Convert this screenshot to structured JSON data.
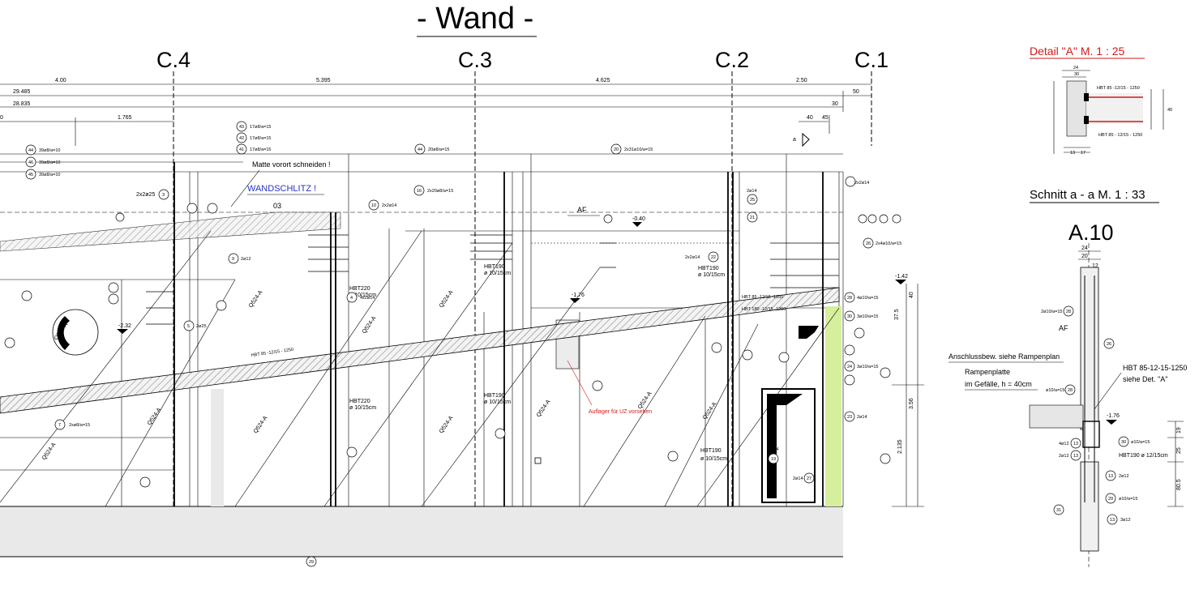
{
  "title": "- Wand -",
  "axes": [
    "C.4",
    "C.3",
    "C.2",
    "C.1"
  ],
  "dimensions": {
    "row1": [
      "4.00",
      "5.395",
      "4.625",
      "2.50"
    ],
    "row2": [
      "29.485",
      "50"
    ],
    "row3": [
      "28.835",
      "30"
    ],
    "row4": [
      "0",
      "1.765",
      "40",
      "45"
    ]
  },
  "annotations": {
    "matte": "Matte vorort schneiden !",
    "wandschlitz": "WANDSCHLITZ !",
    "code03": "03",
    "af": "AF",
    "auflager": "Auflager für UZ vorsehen",
    "hbt220a": "HBT220",
    "hbt220a_sub": "ø 10/15cm",
    "hbt220b": "HBT220",
    "hbt220b_sub": "ø 10/15cm",
    "hbt190a": "HBT190",
    "hbt190a_sub": "ø 10/15cm",
    "hbt190b": "HBT190",
    "hbt190b_sub": "ø 10/15cm",
    "hbt190c": "HBT190",
    "hbt190c_sub": "ø 10/15cm",
    "hbt190d": "HBT190",
    "hbt190d_sub": "ø 10/15cm",
    "lvl040": "-0.40",
    "lvl176": "-1.76",
    "lvl232": "-2.32",
    "lvl142": "-1.42",
    "mesh": "Q524-A",
    "hbt85a": "HBT 85 -12/15 -1250",
    "hbt180": "HBT 180 -12/15 -1250",
    "ramp_label": "HBT 85 -12/15 - 1250",
    "dim356": "3.56",
    "dim2135": "2.135",
    "dim375": "37.5",
    "dim40": "40"
  },
  "bars": {
    "b43": "43",
    "b43t": "17ø8/a=15",
    "b42": "42",
    "b42t": "17ø8/a=15",
    "b41": "41",
    "b41t": "17ø8/a=15",
    "b44": "44",
    "b44t": "39ø8/a=10",
    "b46": "46",
    "b46t": "39ø8/a=10",
    "b45": "45",
    "b45t": "39ø8/a=10",
    "b44b": "44",
    "b44bt": "20ø8/a=15",
    "b20": "20",
    "b20t": "2x31ø10/a=15",
    "b3": "3",
    "b3t": "2x2ø25",
    "b10": "10",
    "b10t": "2x2ø14",
    "b16": "16",
    "b16t": "2x20ø8/a=15",
    "b9": "9",
    "b9t": "2ø12",
    "b4": "4",
    "b4t": "4x2ø14",
    "b22": "22",
    "b22t": "2x2ø14",
    "b25": "25",
    "b25t": "2x2ø14",
    "b26": "26",
    "b26t": "2x4ø10/a=15",
    "b28": "28",
    "b28t": "4ø10/a=15",
    "b30": "30",
    "b30t": "3ø10/a=15",
    "b24": "24",
    "b24t": "3ø10/a=15",
    "b23": "23",
    "b23t": "2ø14",
    "b27": "27",
    "b27t": "2ø14",
    "b19": "19",
    "b19t": "2ø14",
    "b7": "7",
    "b7t": "2xø8/a=15",
    "b5": "5",
    "b5t": "2ø25",
    "b21": "21",
    "b21t": "2ø14",
    "b29": "29"
  },
  "detailA": {
    "title": "Detail \"A\"   M. 1 : 25",
    "l1": "HBT 85 -12/15 - 1250",
    "l2": "HBT 85 - 12/15 - 1250",
    "d24": "24",
    "d30": "30",
    "d40": "40",
    "d13": "13",
    "d17": "17"
  },
  "schnitt": {
    "title": "Schnitt a - a   M. 1 : 33",
    "axis": "A.10",
    "d24": "24",
    "d20": "20",
    "d12": "12",
    "af": "AF",
    "anschluss": "Anschlussbew. siehe Rampenplan",
    "rampenplatte": "Rampenplatte",
    "gefaelle": "im Gefälle, h = 40cm",
    "hbt85": "HBT 85-12-15-1250",
    "detref": "siehe Det. \"A\"",
    "lvl": "-1.76",
    "hbt190": "HBT190 ø 12/15cm",
    "b28": "28",
    "b28t": "2ø10/a=15",
    "b26": "26",
    "b28b": "28",
    "b28bt": "ø10/a=15",
    "b13a": "13",
    "b13at": "4ø12",
    "b13b": "13",
    "b13bt": "2ø12",
    "b30": "30",
    "b30t": "ø10/a=15",
    "b13c": "13",
    "b13ct": "2ø12",
    "b29": "29",
    "b29t": "ø10/a=15",
    "b13d": "13",
    "b13dt": "3ø12",
    "b31": "31",
    "d19": "19",
    "d25": "25",
    "d805": "80.5"
  },
  "colors": {
    "accent_green": "#d6ef9c",
    "red": "#d31b1b",
    "blue": "#2433c8"
  }
}
